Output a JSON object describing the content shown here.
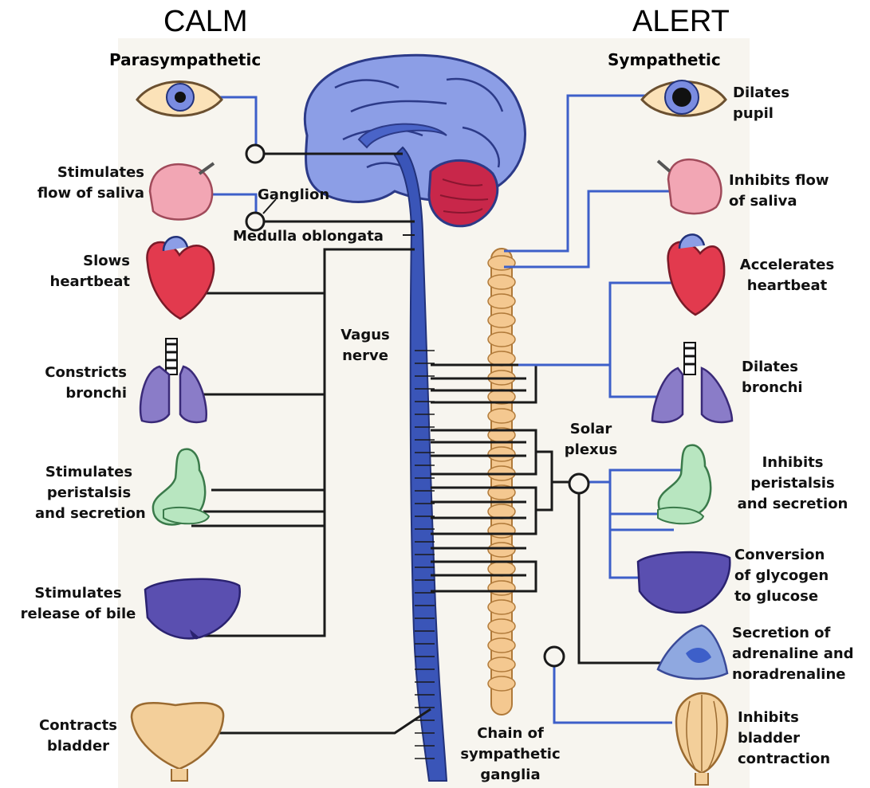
{
  "header": {
    "left": "CALM",
    "right": "ALERT"
  },
  "left_title": "Parasympathetic",
  "right_title": "Sympathetic",
  "parasympathetic_effects": {
    "saliva": "Stimulates\nflow of saliva",
    "heart": "Slows\nheartbeat",
    "bronchi": "Constricts\nbronchi",
    "stomach": "Stimulates\nperistalsis\nand secretion",
    "liver": "Stimulates\nrelease of bile",
    "bladder": "Contracts\nbladder"
  },
  "sympathetic_effects": {
    "pupil": "Dilates\npupil",
    "saliva": "Inhibits flow\nof saliva",
    "heart": "Accelerates\nheartbeat",
    "bronchi": "Dilates\nbronchi",
    "stomach": "Inhibits\nperistalsis\nand secretion",
    "liver": "Conversion\nof glycogen\nto glucose",
    "adrenal": "Secretion of\nadrenaline and\nnoradrenaline",
    "bladder": "Inhibits\nbladder\ncontraction"
  },
  "center_labels": {
    "ganglion": "Ganglion",
    "medulla": "Medulla oblongata",
    "vagus": "Vagus\nnerve",
    "solar": "Solar\nplexus",
    "chain": "Chain of\nsympathetic\nganglia"
  },
  "colors": {
    "spine": "#3a55b8",
    "brain": "#8c9ee6",
    "cerebellum": "#c8274a",
    "nerve_blue": "#3d5fc9",
    "nerve_black": "#1a1a1a",
    "chain": "#f4c890",
    "organ_pink": "#f2a6b4",
    "organ_red": "#e23a4e",
    "organ_purple": "#8a7cc8",
    "organ_green": "#b8e6c0",
    "organ_liver": "#5a4fb0",
    "organ_bladder": "#f3cf9a",
    "background": "#f7f5ef"
  }
}
